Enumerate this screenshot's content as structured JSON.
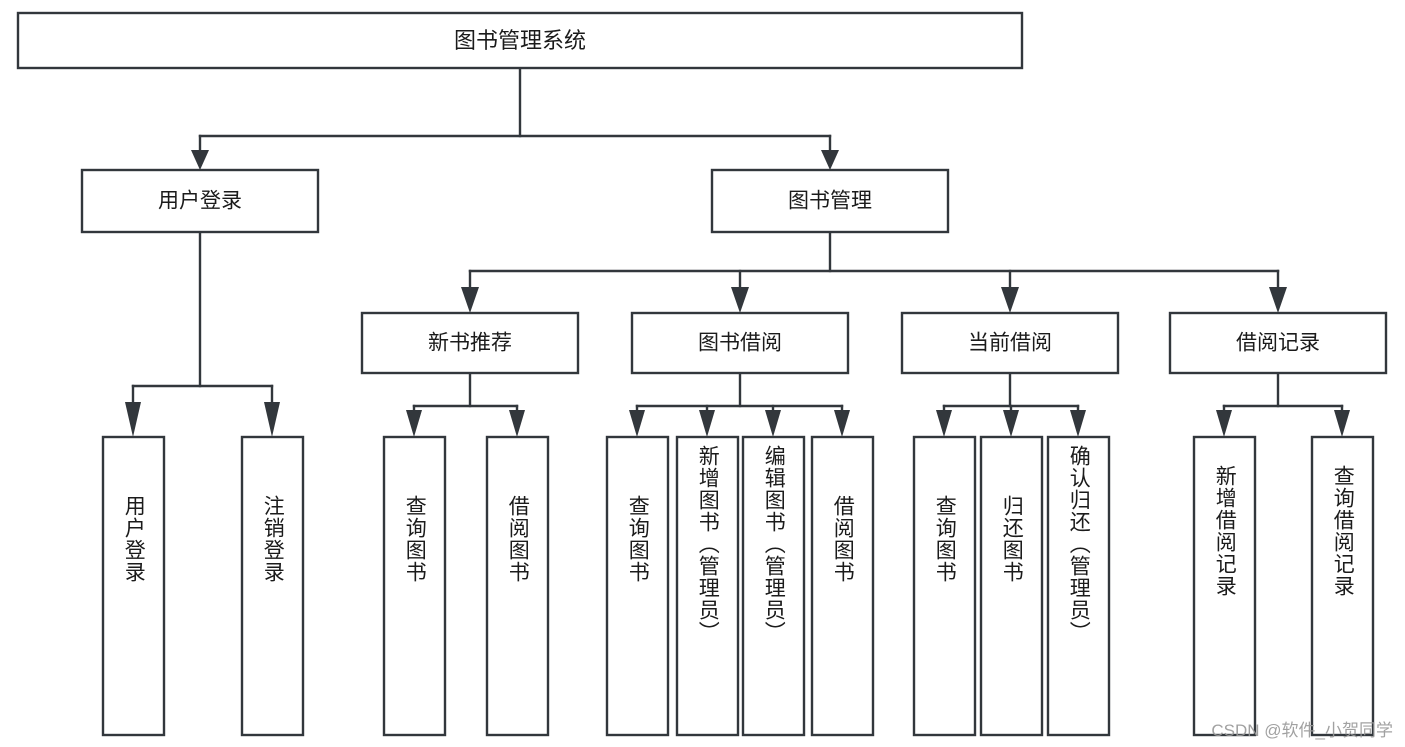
{
  "diagram": {
    "title": "图书管理系统",
    "type": "tree-hierarchy-chart",
    "watermark": "CSDN @软件_小贺同学",
    "colors": {
      "stroke": "#32373c",
      "fill": "#ffffff",
      "text": "#1b1b1b",
      "watermark": "#9a9a9a"
    },
    "levels": {
      "root": "图书管理系统",
      "level2": [
        "用户登录",
        "图书管理"
      ],
      "level3": [
        "新书推荐",
        "图书借阅",
        "当前借阅",
        "借阅记录"
      ]
    },
    "nodes": {
      "root": {
        "label": "图书管理系统"
      },
      "user_login": {
        "label": "用户登录"
      },
      "book_manage": {
        "label": "图书管理"
      },
      "new_book_rec": {
        "label": "新书推荐"
      },
      "book_borrow": {
        "label": "图书借阅"
      },
      "current_borrow": {
        "label": "当前借阅"
      },
      "borrow_record": {
        "label": "借阅记录"
      },
      "leaf_user_login": {
        "label": "用户登录"
      },
      "leaf_logout": {
        "label": "注销登录"
      },
      "leaf_query_book_1": {
        "label": "查询图书"
      },
      "leaf_borrow_book_1": {
        "label": "借阅图书"
      },
      "leaf_query_book_2": {
        "label": "查询图书"
      },
      "leaf_add_book": {
        "label": "新增图书（管理员）"
      },
      "leaf_edit_book": {
        "label": "编辑图书（管理员）"
      },
      "leaf_borrow_book_2": {
        "label": "借阅图书"
      },
      "leaf_query_book_3": {
        "label": "查询图书"
      },
      "leaf_return_book": {
        "label": "归还图书"
      },
      "leaf_confirm_return": {
        "label": "确认归还（管理员）"
      },
      "leaf_add_record": {
        "label": "新增借阅记录"
      },
      "leaf_query_record": {
        "label": "查询借阅记录"
      }
    },
    "edges": [
      {
        "from": "root",
        "to": "user_login"
      },
      {
        "from": "root",
        "to": "book_manage"
      },
      {
        "from": "user_login",
        "to": "leaf_user_login"
      },
      {
        "from": "user_login",
        "to": "leaf_logout"
      },
      {
        "from": "book_manage",
        "to": "new_book_rec"
      },
      {
        "from": "book_manage",
        "to": "book_borrow"
      },
      {
        "from": "book_manage",
        "to": "current_borrow"
      },
      {
        "from": "book_manage",
        "to": "borrow_record"
      },
      {
        "from": "new_book_rec",
        "to": "leaf_query_book_1"
      },
      {
        "from": "new_book_rec",
        "to": "leaf_borrow_book_1"
      },
      {
        "from": "book_borrow",
        "to": "leaf_query_book_2"
      },
      {
        "from": "book_borrow",
        "to": "leaf_add_book"
      },
      {
        "from": "book_borrow",
        "to": "leaf_edit_book"
      },
      {
        "from": "book_borrow",
        "to": "leaf_borrow_book_2"
      },
      {
        "from": "current_borrow",
        "to": "leaf_query_book_3"
      },
      {
        "from": "current_borrow",
        "to": "leaf_return_book"
      },
      {
        "from": "current_borrow",
        "to": "leaf_confirm_return"
      },
      {
        "from": "borrow_record",
        "to": "leaf_add_record"
      },
      {
        "from": "borrow_record",
        "to": "leaf_query_record"
      }
    ]
  }
}
